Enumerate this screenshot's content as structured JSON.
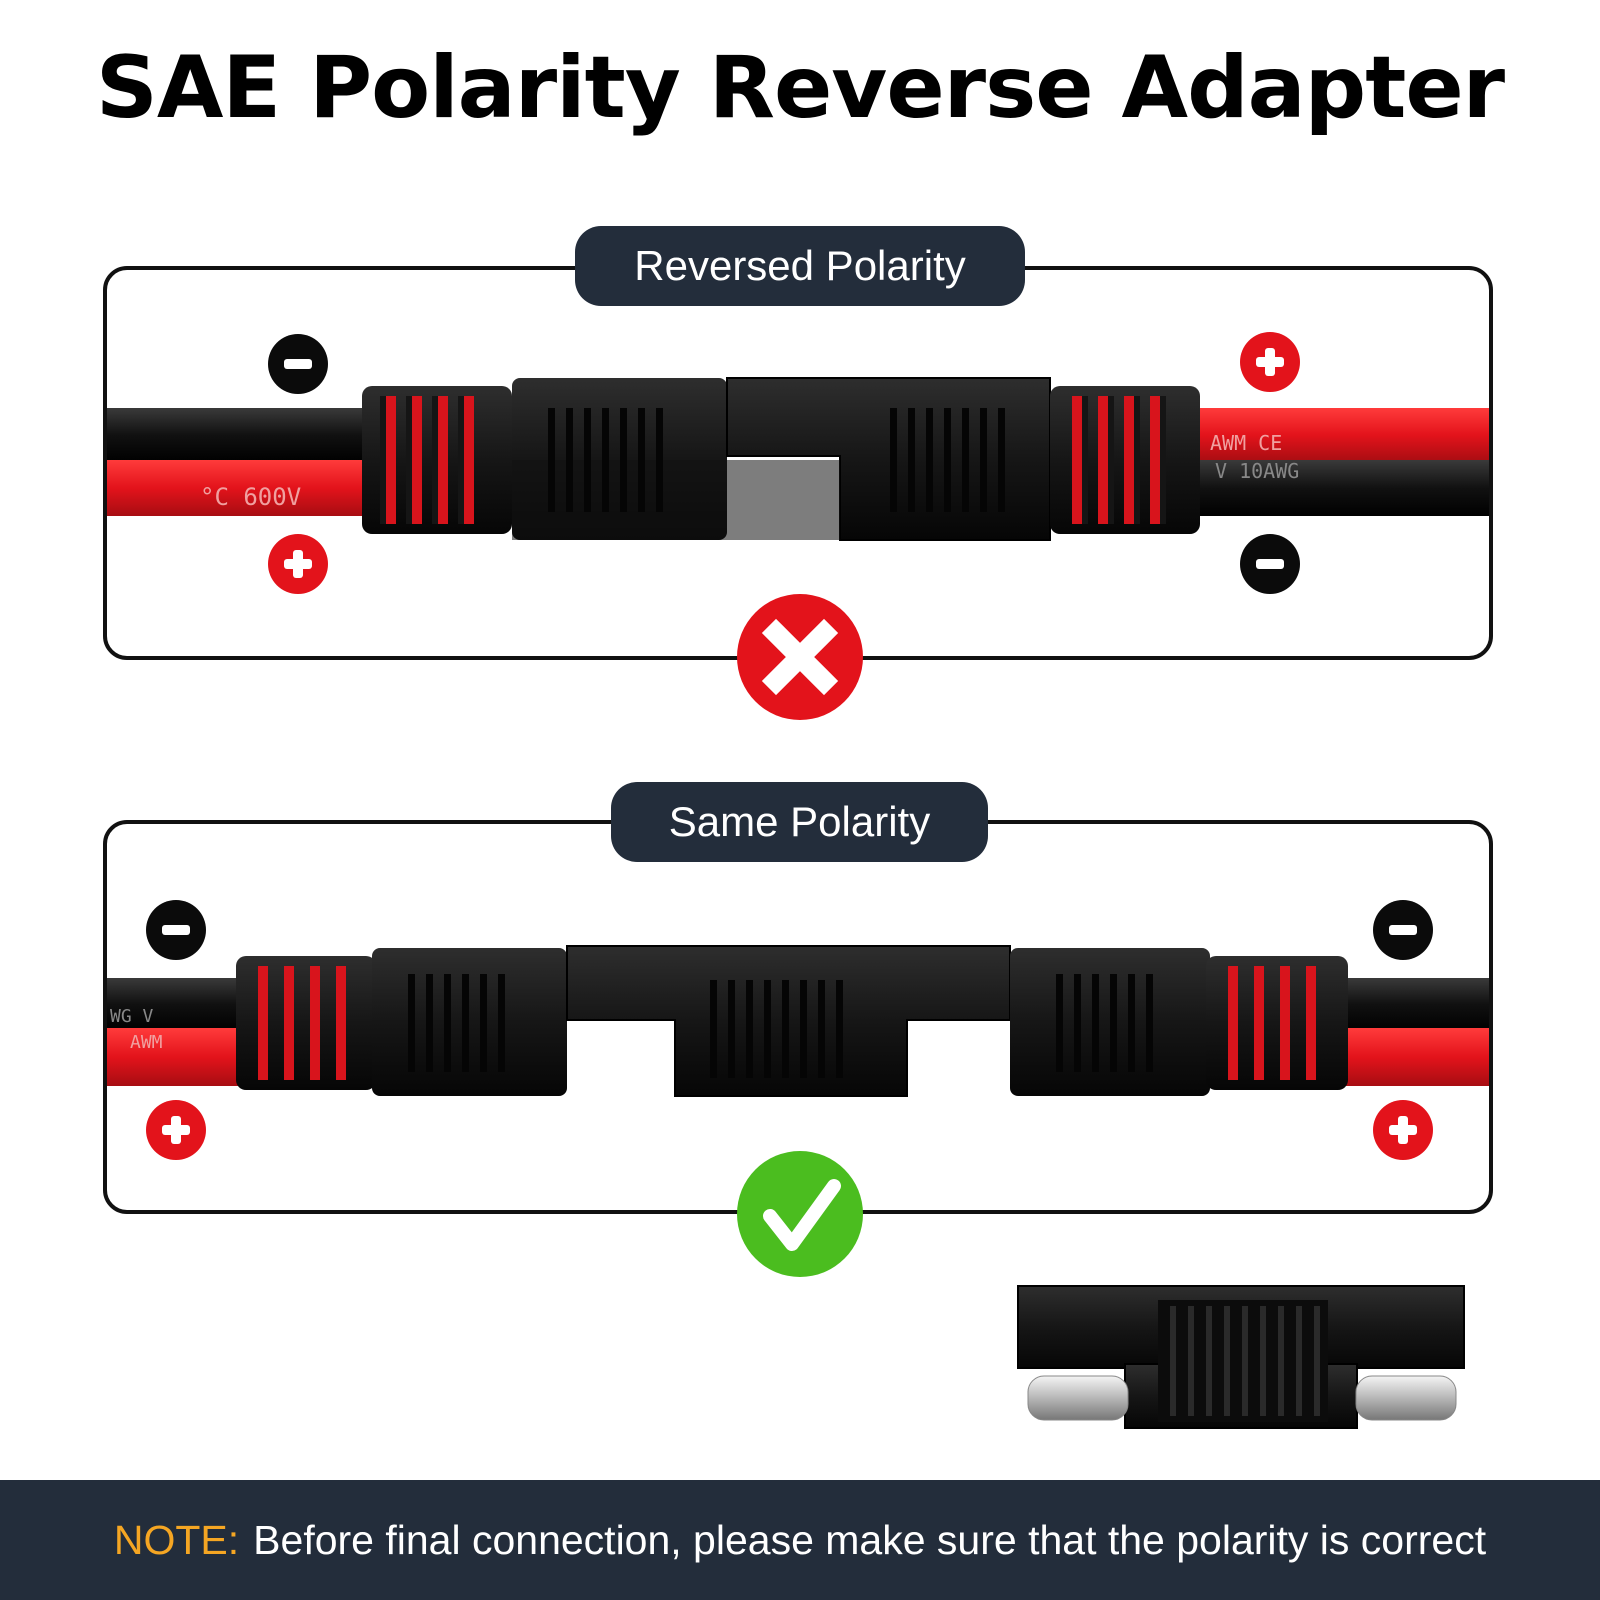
{
  "title": "SAE Polarity Reverse Adapter",
  "panels": {
    "reversed": {
      "label": "Reversed Polarity",
      "result": "incorrect"
    },
    "same": {
      "label": "Same Polarity",
      "result": "correct"
    }
  },
  "cable_prints": {
    "top_left": "°C  600V",
    "top_right_upper": "AWM    CE",
    "top_right_lower": "V  10AWG",
    "bottom_left_upper": "WG  V",
    "bottom_left_lower": "AWM"
  },
  "footer": {
    "note_label": "NOTE:",
    "note_text": "Before final connection, please make sure that the polarity is correct"
  },
  "colors": {
    "red": "#e3131b",
    "black": "#0b0b0b",
    "green": "#4bbd1f",
    "navy": "#232d3b",
    "orange": "#f5a623"
  }
}
